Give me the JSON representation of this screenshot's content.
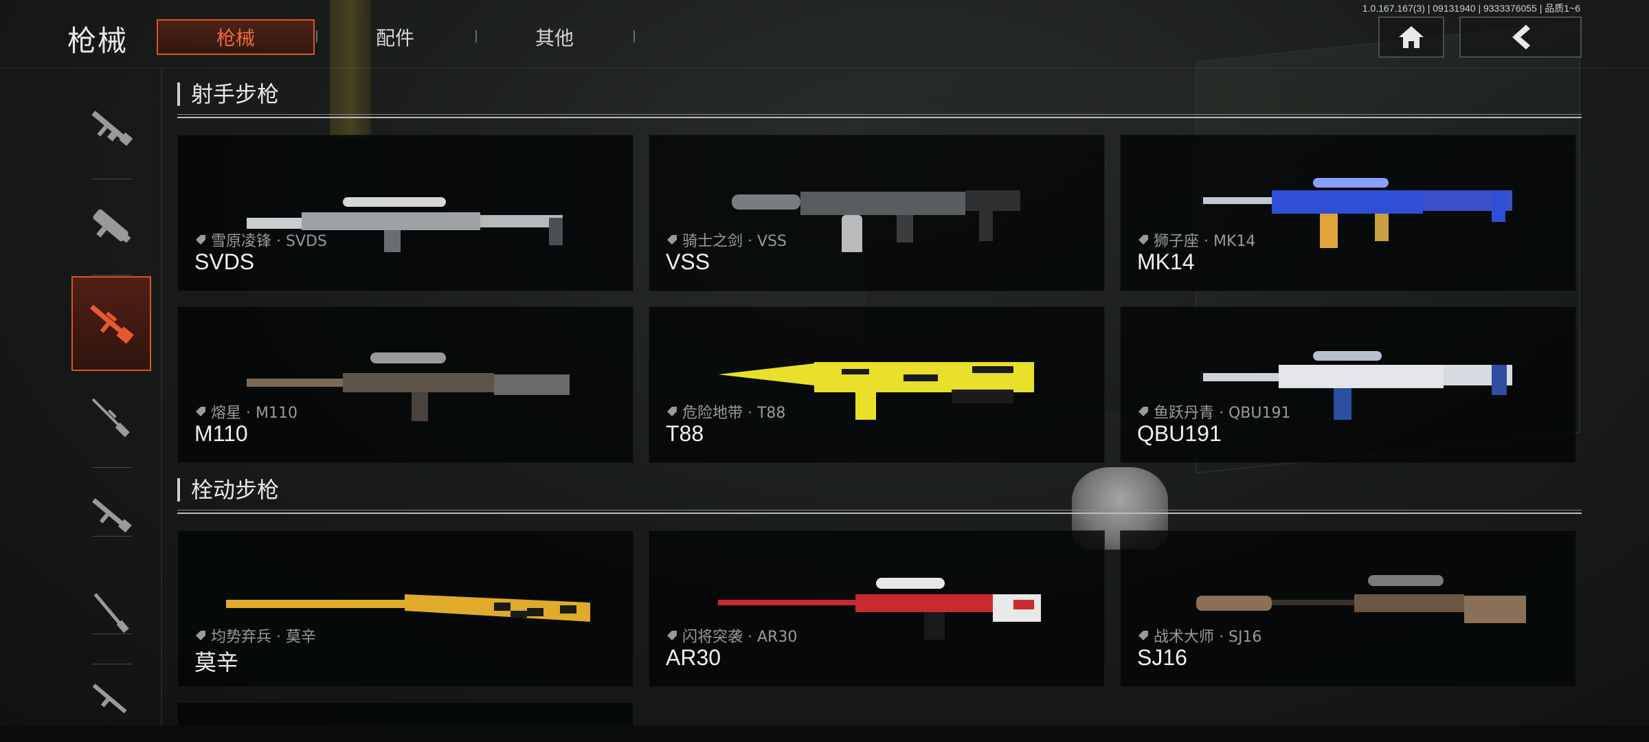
{
  "header": {
    "title": "枪械",
    "tabs": [
      {
        "label": "枪械",
        "active": true
      },
      {
        "label": "配件",
        "active": false
      },
      {
        "label": "其他",
        "active": false
      }
    ],
    "version": "1.0.167.167(3) | 09131940 | 9333376055 | 品质1~6",
    "home_icon": "home-icon",
    "back_icon": "chevron-left-icon"
  },
  "sidebar": {
    "items": [
      {
        "icon": "assault-rifle-icon",
        "active": false
      },
      {
        "icon": "smg-icon",
        "active": false
      },
      {
        "icon": "marksman-rifle-icon",
        "active": true
      },
      {
        "icon": "sniper-rifle-icon",
        "active": false
      },
      {
        "icon": "rifle-icon",
        "active": false
      },
      {
        "icon": "shotgun-icon",
        "active": false
      },
      {
        "icon": "pistol-rifle-icon",
        "active": false
      }
    ]
  },
  "sections": [
    {
      "title": "射手步枪",
      "items": [
        {
          "skin": "雪原凌锋 · SVDS",
          "name": "SVDS",
          "colors": [
            "#c9ccd0",
            "#4a4f55"
          ]
        },
        {
          "skin": "骑士之剑 · VSS",
          "name": "VSS",
          "colors": [
            "#8a8d90",
            "#3a3c3e"
          ]
        },
        {
          "skin": "狮子座 · MK14",
          "name": "MK14",
          "colors": [
            "#2f4fd6",
            "#e0a43a"
          ]
        },
        {
          "skin": "熔星 · M110",
          "name": "M110",
          "colors": [
            "#7a6a58",
            "#3a3532"
          ]
        },
        {
          "skin": "危险地带 · T88",
          "name": "T88",
          "colors": [
            "#e8e02a",
            "#1a1a1a"
          ]
        },
        {
          "skin": "鱼跃丹青 · QBU191",
          "name": "QBU191",
          "colors": [
            "#e4e6ea",
            "#2e4fa0"
          ]
        }
      ]
    },
    {
      "title": "栓动步枪",
      "items": [
        {
          "skin": "均势弃兵 · 莫辛",
          "name": "莫辛",
          "colors": [
            "#e0aa2a",
            "#1a1a1a"
          ]
        },
        {
          "skin": "闪将突袭 · AR30",
          "name": "AR30",
          "colors": [
            "#c82a30",
            "#e8e8e8"
          ]
        },
        {
          "skin": "战术大师 · SJ16",
          "name": "SJ16",
          "colors": [
            "#8a7056",
            "#3a302a"
          ]
        }
      ]
    }
  ]
}
